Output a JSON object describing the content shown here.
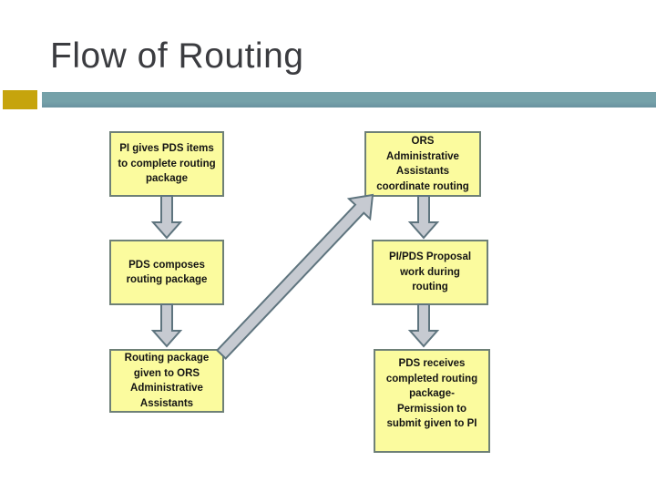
{
  "slide": {
    "title": "Flow of Routing",
    "title_color": "#3B3C40",
    "background": "#FFFFFF",
    "accent_bar": {
      "gold": "#C6A40D",
      "teal": "#75A1A9"
    }
  },
  "flowchart": {
    "box_style": {
      "fill": "#FBFB9E",
      "border": "#6E8077",
      "text_color": "#141414"
    },
    "arrow_style": {
      "fill": "#C6CAD1",
      "border": "#5E747E"
    },
    "left_column": [
      {
        "id": "box-l1",
        "lines": [
          "PI gives PDS items",
          "to complete routing",
          "package"
        ]
      },
      {
        "id": "box-l2",
        "lines": [
          "PDS composes",
          "routing package"
        ]
      },
      {
        "id": "box-l3",
        "lines": [
          "Routing package",
          "given to ORS",
          "Administrative",
          "Assistants"
        ]
      }
    ],
    "right_column": [
      {
        "id": "box-r1",
        "lines": [
          "ORS",
          "Administrative",
          "Assistants",
          "coordinate routing"
        ]
      },
      {
        "id": "box-r2",
        "lines": [
          "PI/PDS Proposal",
          "work during",
          "routing"
        ]
      },
      {
        "id": "box-r3",
        "lines": [
          "PDS receives",
          "completed routing",
          "package-",
          "Permission to",
          "submit given to PI"
        ]
      }
    ],
    "connections": [
      {
        "from": "box-l1",
        "to": "box-l2",
        "type": "down-arrow"
      },
      {
        "from": "box-l2",
        "to": "box-l3",
        "type": "down-arrow"
      },
      {
        "from": "box-l3",
        "to": "box-r1",
        "type": "diagonal-arrow"
      },
      {
        "from": "box-r1",
        "to": "box-r2",
        "type": "down-arrow"
      },
      {
        "from": "box-r2",
        "to": "box-r3",
        "type": "down-arrow"
      }
    ]
  }
}
